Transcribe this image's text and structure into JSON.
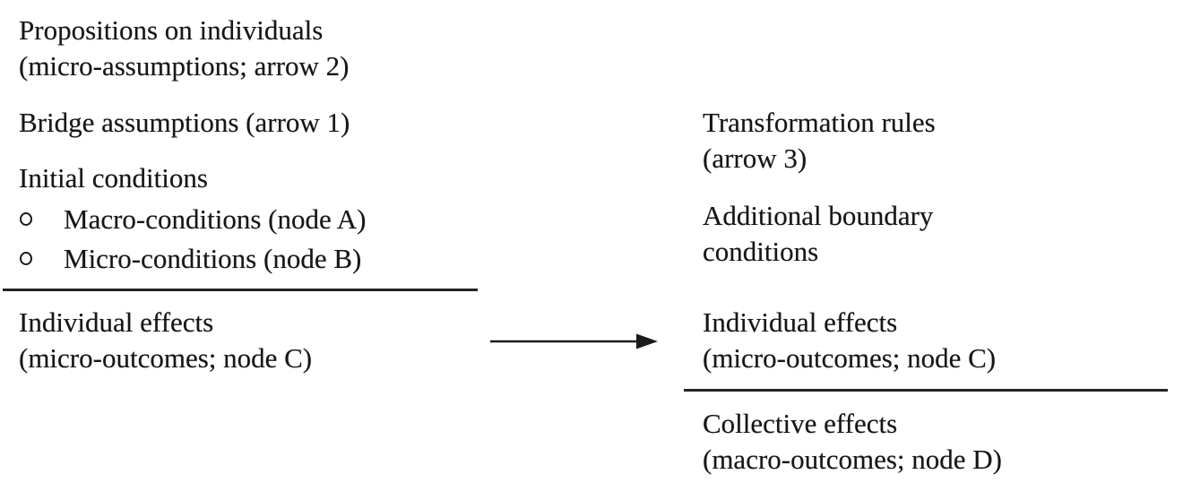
{
  "colors": {
    "background": "#ffffff",
    "text": "#161616",
    "rule": "#242424",
    "arrow": "#1b1b1b"
  },
  "left_column": {
    "propositions": {
      "line1": "Propositions on individuals",
      "line2": "(micro-assumptions; arrow 2)"
    },
    "bridge_assumptions": "Bridge assumptions (arrow 1)",
    "initial_conditions_heading": "Initial conditions",
    "bullets": [
      {
        "marker": "o",
        "label": "Macro-conditions (node A)"
      },
      {
        "marker": "o",
        "label": "Micro-conditions (node B)"
      }
    ],
    "individual_effects": {
      "line1": "Individual effects",
      "line2": "(micro-outcomes; node C)"
    }
  },
  "connector": {
    "type": "arrow-right"
  },
  "right_column": {
    "transformation_rules": {
      "line1": "Transformation rules",
      "line2": "(arrow 3)"
    },
    "boundary_conditions": {
      "line1": "Additional boundary",
      "line2": "conditions"
    },
    "individual_effects": {
      "line1": "Individual effects",
      "line2": "(micro-outcomes; node C)"
    },
    "collective_effects": {
      "line1": "Collective effects",
      "line2": "(macro-outcomes; node D)"
    }
  }
}
